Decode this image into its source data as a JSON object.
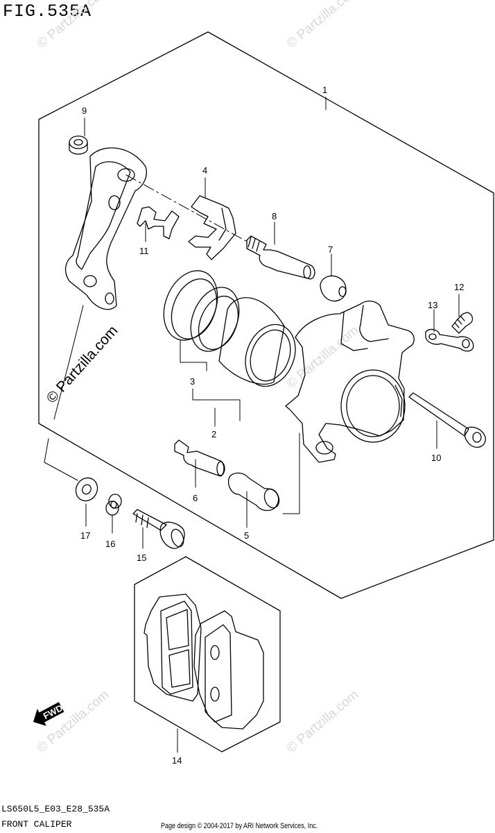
{
  "figure": {
    "title": "FIG.535A",
    "code": "LS650L5_E03_E28_535A",
    "name": "FRONT CALIPER"
  },
  "credit": "Page design © 2004-2017 by ARI Network Services, Inc.",
  "watermarks": {
    "main": "© Partzilla.com",
    "faint": "© Partzilla.com"
  },
  "badge": "FWD",
  "callouts": [
    "1",
    "2",
    "3",
    "4",
    "5",
    "6",
    "7",
    "8",
    "9",
    "10",
    "11",
    "12",
    "13",
    "14",
    "15",
    "16",
    "17"
  ]
}
